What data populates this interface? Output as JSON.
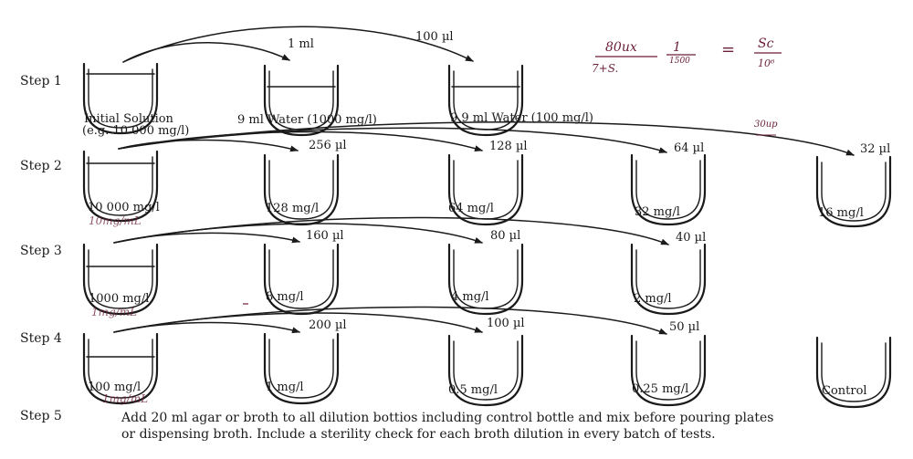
{
  "steps": [
    {
      "label": "Step 1",
      "beakers": [
        {
          "label": "Initial Solution",
          "sub": "(e.g. 10 000 mg/l)",
          "liquid": true
        },
        {
          "label": "9 ml Water (1000 mg/l)",
          "liquid": true
        },
        {
          "label": "9.9 ml Water (100 mg/l)",
          "liquid": true
        }
      ],
      "transfers": [
        "1 ml",
        "100 µl"
      ]
    },
    {
      "label": "Step 2",
      "beakers": [
        {
          "label": "10 000 mg/l",
          "liquid": true
        },
        {
          "label": "128 mg/l",
          "liquid": false
        },
        {
          "label": "64 mg/l",
          "liquid": false
        },
        {
          "label": "32 mg/l",
          "liquid": false
        },
        {
          "label": "16 mg/l",
          "liquid": false
        }
      ],
      "transfers": [
        "256 µl",
        "128 µl",
        "64 µl",
        "32 µl"
      ]
    },
    {
      "label": "Step 3",
      "beakers": [
        {
          "label": "1000 mg/l",
          "liquid": true
        },
        {
          "label": "8 mg/l",
          "liquid": false
        },
        {
          "label": "4 mg/l",
          "liquid": false
        },
        {
          "label": "2 mg/l",
          "liquid": false
        }
      ],
      "transfers": [
        "160 µl",
        "80 µl",
        "40 µl"
      ]
    },
    {
      "label": "Step 4",
      "beakers": [
        {
          "label": "100 mg/l",
          "liquid": true
        },
        {
          "label": "1 mg/l",
          "liquid": false
        },
        {
          "label": "0.5 mg/l",
          "liquid": false
        },
        {
          "label": "0.25 mg/l",
          "liquid": false
        },
        {
          "label": "Control",
          "liquid": false
        }
      ],
      "transfers": [
        "200 µl",
        "100 µl",
        "50 µl"
      ]
    },
    {
      "label": "Step 5",
      "instruction": [
        "Add 20 ml agar or broth to all dilution bottios including control bottle and mix before pouring plates",
        " or dispensing broth. Include a sterility check for each broth dilution in every batch of tests."
      ]
    }
  ],
  "handwritten": {
    "formula_top_left": "80ux",
    "formula_frac_num": "1",
    "formula_equals": "=",
    "formula_rhs_num": "Sc",
    "formula_bottom_left": "7+S.",
    "formula_frac_den": "1500",
    "formula_rhs_den": "10⁶",
    "note_32ul": "30up",
    "note_step2": "10mg/mL",
    "note_step3": "1mg/mL",
    "note_step4": "1mg/mL"
  },
  "colors": {
    "ink": "#1a1a1a",
    "handwriting": "#6b1f3a"
  }
}
